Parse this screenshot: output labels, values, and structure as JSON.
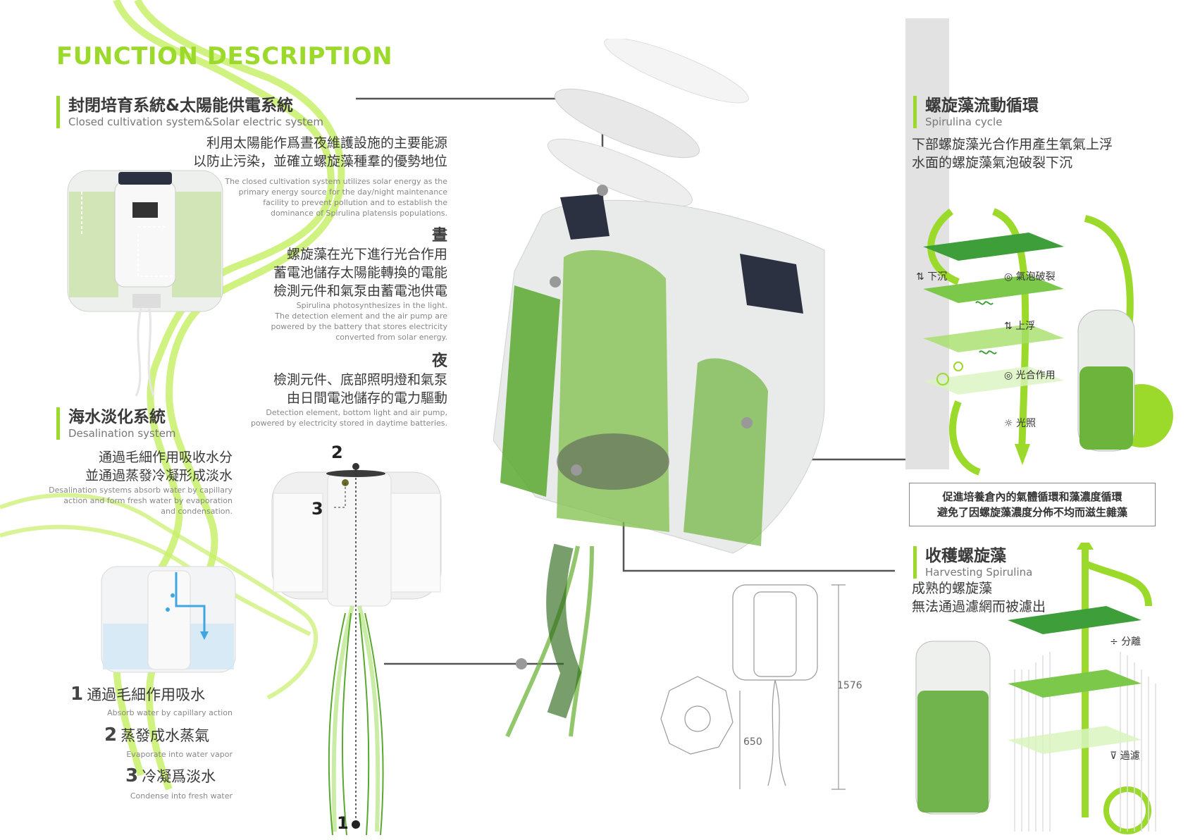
{
  "title": "FUNCTION DESCRIPTION",
  "sections": {
    "closed": {
      "zh": "封閉培育系統&太陽能供電系統",
      "en": "Closed cultivation system&Solar electric system",
      "body_zh": [
        "利用太陽能作爲晝夜維護設施的主要能源",
        "以防止污染，並確立螺旋藻種羣的優勢地位"
      ],
      "body_en": [
        "The closed cultivation system utilizes solar energy as the",
        "primary energy source for the day/night maintenance",
        "facility to prevent pollution and to establish the",
        "dominance of Spirulina platensis populations."
      ],
      "day_label": "晝",
      "day_zh": [
        "螺旋藻在光下進行光合作用",
        "蓄電池儲存太陽能轉換的電能",
        "檢測元件和氣泵由蓄電池供電"
      ],
      "day_en": [
        "Spirulina photosynthesizes in the light.",
        "The detection element and the air pump are",
        "powered by the battery that stores electricity",
        "converted from solar energy."
      ],
      "night_label": "夜",
      "night_zh": [
        "檢測元件、底部照明燈和氣泵",
        "由日間電池儲存的電力驅動"
      ],
      "night_en": [
        "Detection element, bottom light and air pump,",
        "powered by electricity stored in daytime batteries."
      ]
    },
    "desal": {
      "zh": "海水淡化系統",
      "en": "Desalination system",
      "body_zh": [
        "通過毛細作用吸收水分",
        "並通過蒸發冷凝形成淡水"
      ],
      "body_en": [
        "Desalination systems absorb water by capillary",
        "action and form fresh water by evaporation",
        "and condensation."
      ],
      "steps": [
        {
          "num": "1",
          "zh": "通過毛細作用吸水",
          "en": "Absorb water by capillary action"
        },
        {
          "num": "2",
          "zh": "蒸發成水蒸氣",
          "en": "Evaporate into water vapor"
        },
        {
          "num": "3",
          "zh": "冷凝爲淡水",
          "en": "Condense into fresh water"
        }
      ],
      "markers": [
        "2",
        "3",
        "1"
      ]
    },
    "cycle": {
      "zh": "螺旋藻流動循環",
      "en": "Spirulina cycle",
      "body_zh": [
        "下部螺旋藻光合作用產生氧氣上浮",
        "水面的螺旋藻氣泡破裂下沉"
      ],
      "labels": {
        "sink": "下沉",
        "burst": "氣泡破裂",
        "float": "上浮",
        "photo": "光合作用",
        "light": "光照"
      },
      "box": [
        "促進培養倉內的氣體循環和藻濃度循環",
        "避免了因螺旋藻濃度分佈不均而滋生雜藻"
      ]
    },
    "harvest": {
      "zh": "收穫螺旋藻",
      "en": "Harvesting Spirulina",
      "body_zh": [
        "成熟的螺旋藻",
        "無法通過濾網而被濾出"
      ],
      "labels": {
        "separate": "分離",
        "filter": "過濾"
      }
    }
  },
  "dimensions": {
    "height": "1576",
    "width": "650"
  },
  "colors": {
    "accent": "#9bd92a",
    "green": "#5aa830",
    "line": "#666666"
  }
}
